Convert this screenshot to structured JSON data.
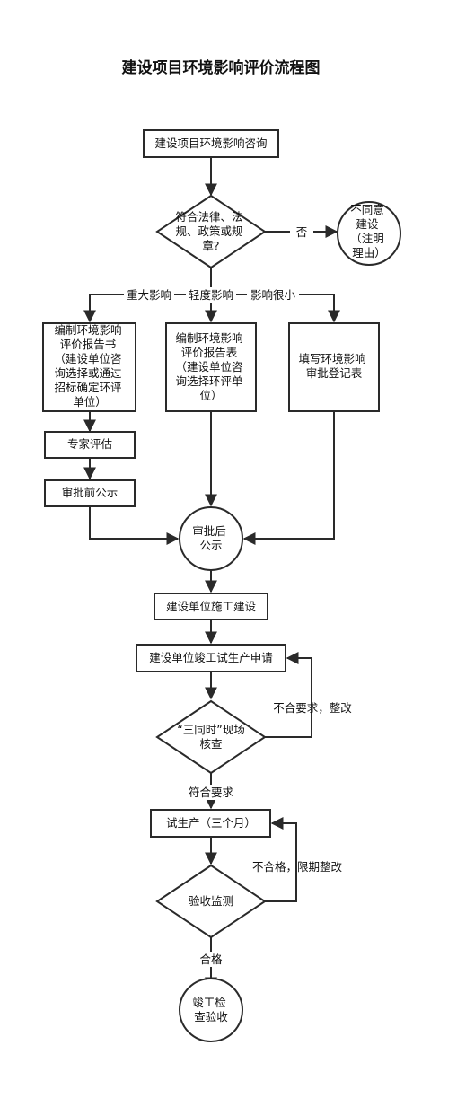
{
  "title": "建设项目环境影响评价流程图",
  "nodes": {
    "consult": "建设项目环境影响咨询",
    "legal_check": [
      "符合法律、法",
      "规、政策或规",
      "章?"
    ],
    "no_label": "否",
    "reject": [
      "不同意",
      "建设",
      "（注明",
      "理由）"
    ],
    "branch_major": "重大影响",
    "branch_minor": "轻度影响",
    "branch_small": "影响很小",
    "report_book": [
      "编制环境影响",
      "评价报告书",
      "（建设单位咨",
      "询选择或通过",
      "招标确定环评",
      "单位）"
    ],
    "report_table": [
      "编制环境影响",
      "评价报告表",
      "（建设单位咨",
      "询选择环评单",
      "位）"
    ],
    "register_form": [
      "填写环境影响",
      "审批登记表"
    ],
    "expert_review": "专家评估",
    "pre_publicity": "审批前公示",
    "post_publicity": [
      "审批后",
      "公示"
    ],
    "construction": "建设单位施工建设",
    "trial_apply": "建设单位竣工试生产申请",
    "three_check": [
      "“三同时”现场",
      "核查"
    ],
    "not_compliant": "不合要求，整改",
    "compliant": "符合要求",
    "trial_production": "试生产（三个月）",
    "not_qualified": "不合格，限期整改",
    "acceptance_monitor": "验收监测",
    "qualified": "合格",
    "final_acceptance": [
      "竣工检",
      "查验收"
    ]
  }
}
